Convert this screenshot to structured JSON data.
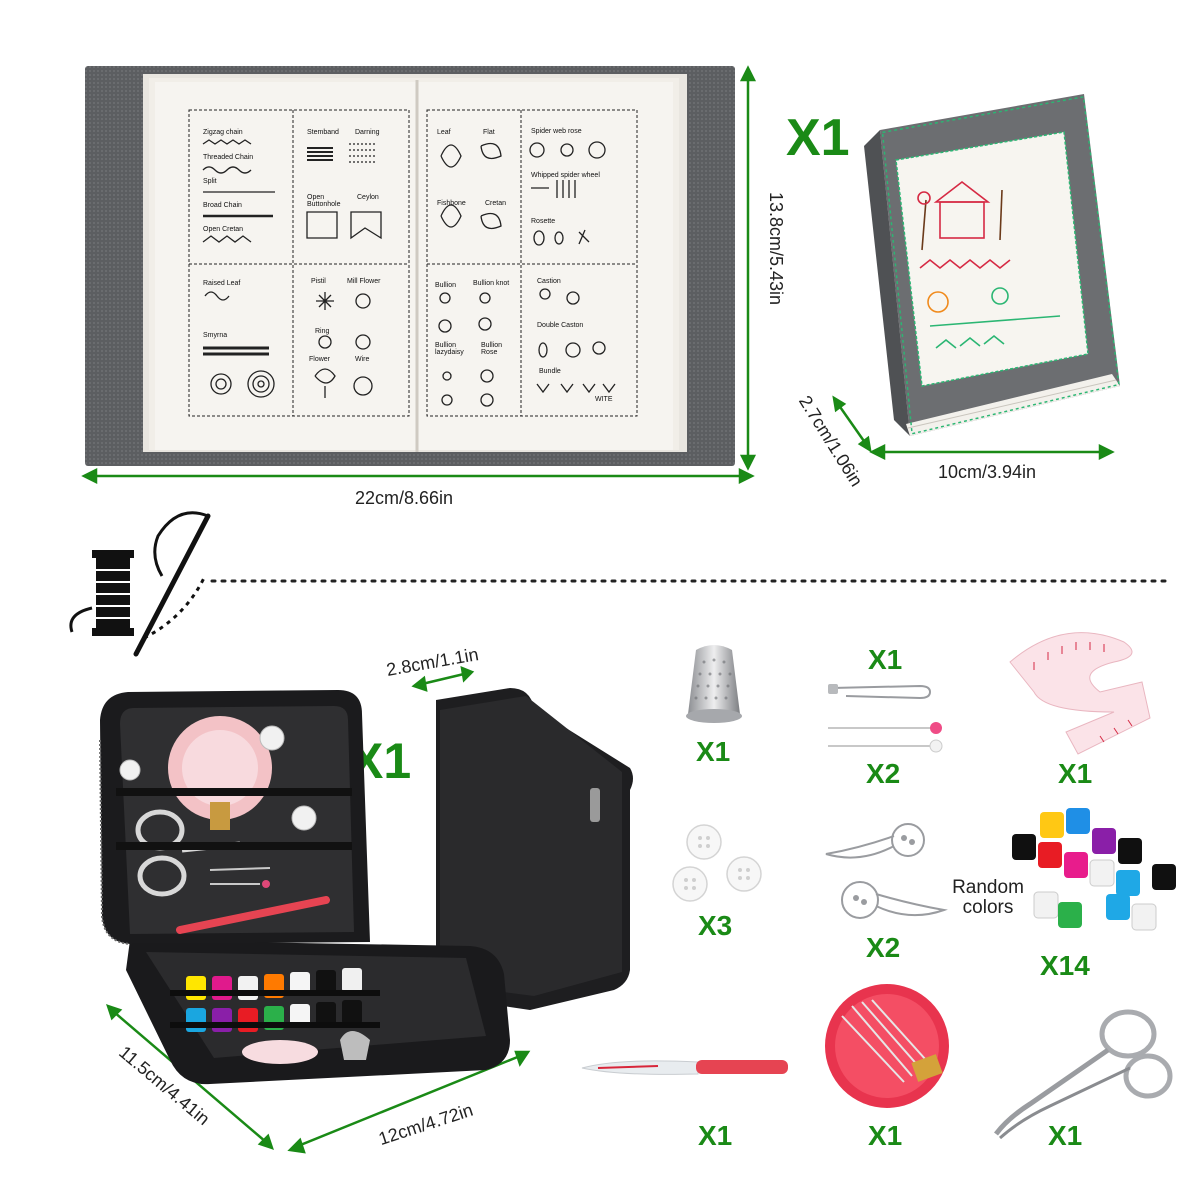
{
  "colors": {
    "accent_green": "#1a8a16",
    "fabric_gray": "#5a5c5f",
    "case_black": "#1c1c1e",
    "page_cream": "#f4f2ee"
  },
  "open_book": {
    "width_label": "22cm/8.66in",
    "height_label": "13.8cm/5.43in",
    "left_page": {
      "q1": [
        "Zigzag chain",
        "Threaded Chain",
        "Split",
        "Broad Chain",
        "Open Cretan"
      ],
      "q2": [
        "Stemband",
        "Darning",
        "Open Buttonhole",
        "Ceylon"
      ],
      "q3": [
        "Raised Leaf",
        "Smyrna"
      ],
      "q4": [
        "Pistil",
        "Mill Flower",
        "Ring",
        "Flower",
        "Wire"
      ]
    },
    "right_page": {
      "q1": [
        "Leaf",
        "Flat",
        "Fishbone",
        "Cretan"
      ],
      "q2": [
        "Spider web rose",
        "Whipped spider wheel",
        "Rosette"
      ],
      "q3": [
        "Bullion",
        "Bullion knot",
        "Bullion lazydaisy",
        "Bullion Rose"
      ],
      "q4": [
        "Castion",
        "Double Caston",
        "Bundle",
        "WITE"
      ]
    }
  },
  "closed_book": {
    "qty": "X1",
    "width_label": "10cm/3.94in",
    "depth_label": "2.7cm/1.06in"
  },
  "sewing_case": {
    "qty": "X1",
    "width_label": "12cm/4.72in",
    "height_label": "11.5cm/4.41in",
    "depth_label": "2.8cm/1.1in"
  },
  "accessories": [
    {
      "name": "thimble",
      "qty": "X1"
    },
    {
      "name": "safety-pin",
      "qty": "X1"
    },
    {
      "name": "ball-pins",
      "qty": "X2"
    },
    {
      "name": "tape-measure",
      "qty": "X1"
    },
    {
      "name": "buttons",
      "qty": "X3"
    },
    {
      "name": "needle-threaders",
      "qty": "X2"
    },
    {
      "name": "thread-spools",
      "qty": "X14",
      "note": "Random colors"
    },
    {
      "name": "seam-ripper",
      "qty": "X1"
    },
    {
      "name": "needle-case",
      "qty": "X1"
    },
    {
      "name": "scissors",
      "qty": "X1"
    }
  ],
  "icons": [
    "needle-thread-spool-icon"
  ]
}
